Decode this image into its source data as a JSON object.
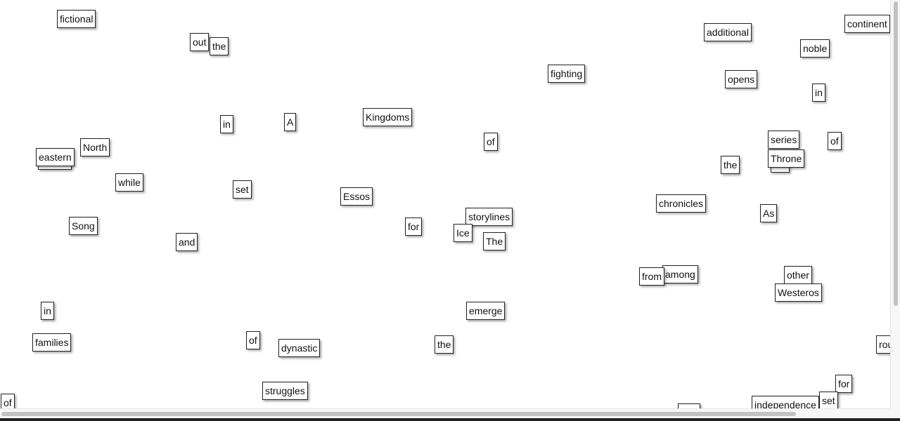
{
  "words": [
    "fictional",
    "out",
    "the",
    "additional",
    "continent",
    "noble",
    "fighting",
    "opens",
    "in",
    "in",
    "A",
    "Kingdoms",
    "of",
    "series",
    "of",
    "North",
    "eastern",
    "violent",
    "Throne",
    "the",
    "the",
    "while",
    "set",
    "Essos",
    "chronicles",
    "As",
    "storylines",
    "Song",
    "for",
    "Ice",
    "The",
    "and",
    "among",
    "from",
    "other",
    "Westeros",
    "in",
    "emerge",
    "families",
    "of",
    "dynastic",
    "the",
    "rou",
    "struggles",
    "for",
    "of",
    "independence",
    "set",
    ""
  ]
}
